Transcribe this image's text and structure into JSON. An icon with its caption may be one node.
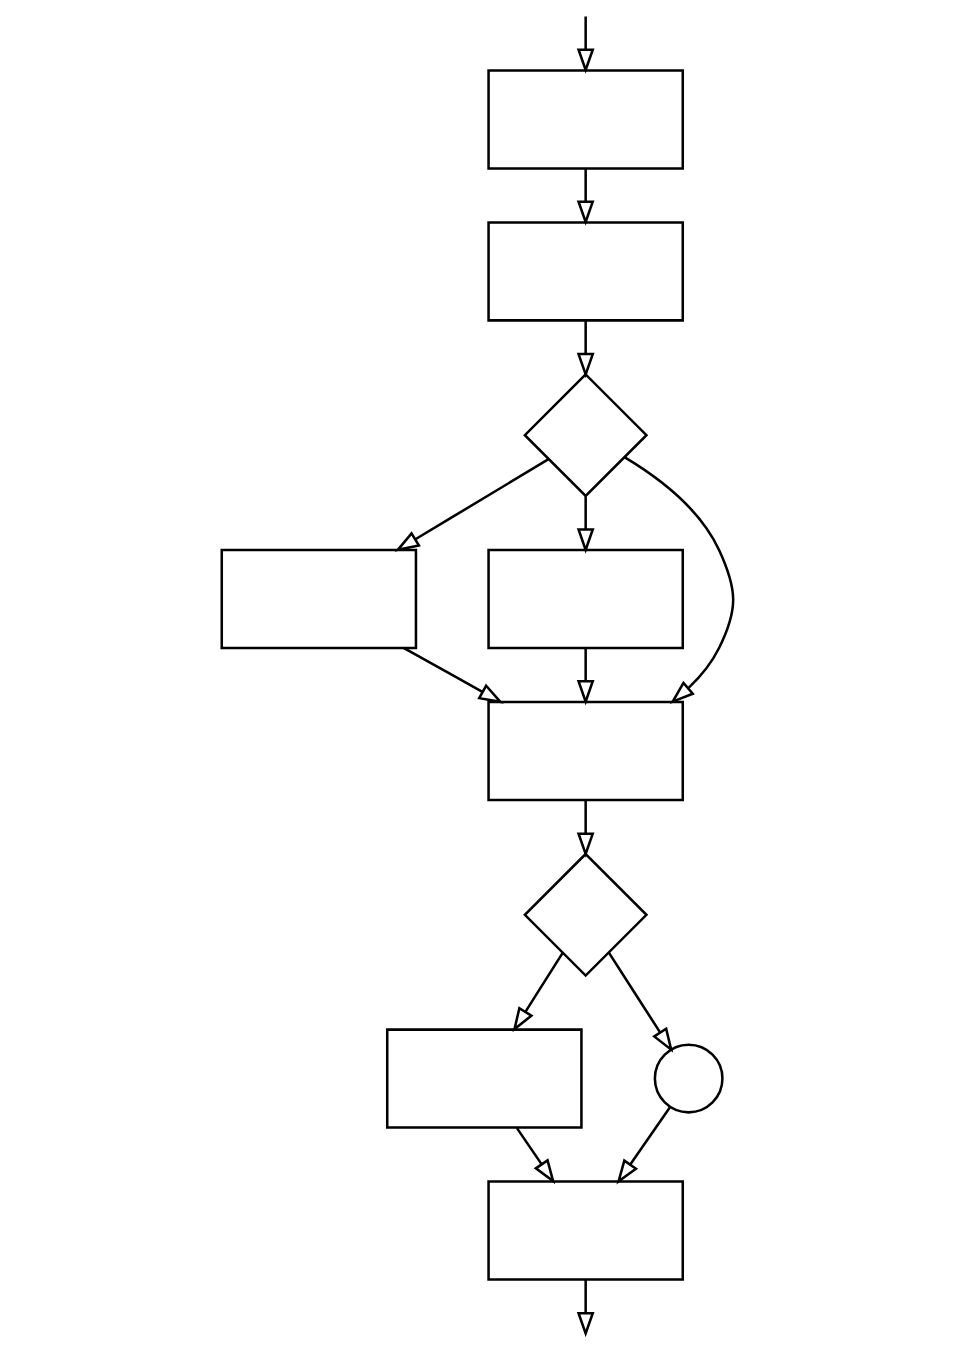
{
  "diagram": {
    "nodes": [
      {
        "text": [],
        "shape": "box"
      },
      {
        "text": [],
        "shape": "box"
      },
      {
        "text": [],
        "shape": "diamond"
      },
      {
        "text": [],
        "shape": "box"
      },
      {
        "text": [],
        "shape": "box"
      },
      {
        "text": [],
        "shape": "box"
      },
      {
        "text": [],
        "shape": "diamond"
      },
      {
        "text": [],
        "shape": "box"
      },
      {
        "text": [],
        "shape": "circle"
      },
      {
        "text": [],
        "shape": "box"
      }
    ],
    "edges": [
      {
        "from": null,
        "to": 0,
        "arrow": "to"
      },
      {
        "from": 0,
        "to": 1,
        "arrow": "to"
      },
      {
        "from": 1,
        "to": 2,
        "arrow": "to"
      },
      {
        "from": 2,
        "to": 3,
        "arrow": "to"
      },
      {
        "from": 2,
        "to": 5,
        "arrow": "to"
      },
      {
        "from": 2,
        "to": 4,
        "arrow": "to"
      },
      {
        "from": 3,
        "to": 5,
        "arrow": "to"
      },
      {
        "from": 4,
        "to": 5,
        "arrow": "to"
      },
      {
        "from": 5,
        "to": 6,
        "arrow": "to"
      },
      {
        "from": 6,
        "to": 7,
        "arrow": "to"
      },
      {
        "from": 6,
        "to": 8,
        "arrow": "to"
      },
      {
        "from": 7,
        "to": 9,
        "arrow": "to"
      },
      {
        "from": 8,
        "to": 9,
        "arrow": "to"
      },
      {
        "from": 9,
        "to": null,
        "arrow": "to"
      }
    ]
  }
}
